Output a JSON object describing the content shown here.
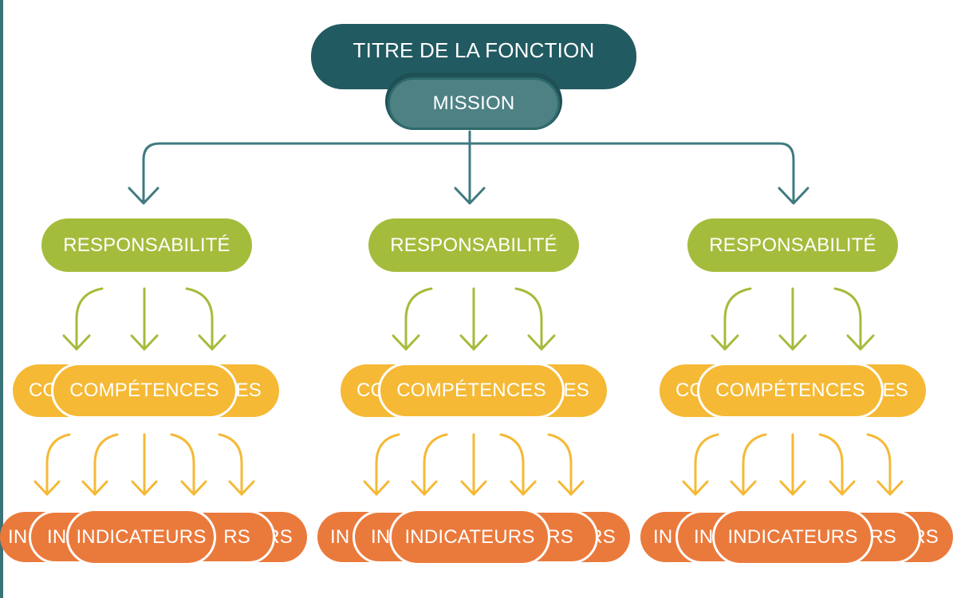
{
  "title": "TITRE DE LA FONCTION",
  "mission": "MISSION",
  "columns": [
    {
      "responsibility": "RESPONSABILITÉ",
      "competences": {
        "front": "COMPÉTENCES",
        "back_left": "CC",
        "back_right": "ES"
      },
      "indicators": {
        "front": "INDICATEURS",
        "back_left_outer": "IN",
        "back_left_inner": "IN",
        "back_right_inner": "RS",
        "back_right_outer": "RS"
      }
    },
    {
      "responsibility": "RESPONSABILITÉ",
      "competences": {
        "front": "COMPÉTENCES",
        "back_left": "CC",
        "back_right": "ES"
      },
      "indicators": {
        "front": "INDICATEURS",
        "back_left_outer": "IN",
        "back_left_inner": "IN",
        "back_right_inner": "RS",
        "back_right_outer": "RS"
      }
    },
    {
      "responsibility": "RESPONSABILITÉ",
      "competences": {
        "front": "COMPÉTENCES",
        "back_left": "CC",
        "back_right": "ES"
      },
      "indicators": {
        "front": "INDICATEURS",
        "back_left_outer": "IN",
        "back_left_inner": "IN",
        "back_right_inner": "RS",
        "back_right_outer": "RS"
      }
    }
  ],
  "colors": {
    "title": "#225a61",
    "mission": "#4e8184",
    "connector": "#3f7a80",
    "responsibility": "#a4bc3c",
    "competences": "#f5b935",
    "indicators": "#ea7a3c"
  }
}
